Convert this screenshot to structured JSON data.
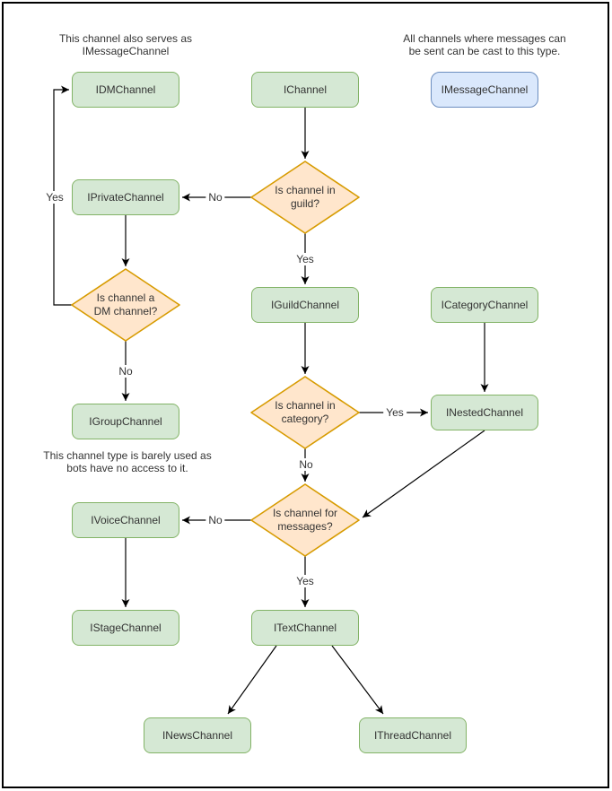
{
  "colors": {
    "channel_fill": "#d5e8d4",
    "channel_border": "#82b366",
    "decision_fill": "#ffe6cc",
    "decision_border": "#d79b00",
    "message_fill": "#dae8fc",
    "message_border": "#6c8ebf",
    "line": "#000000",
    "text": "#333333",
    "background": "#ffffff"
  },
  "nodes": {
    "idm": {
      "label": "IDMChannel"
    },
    "ichannel": {
      "label": "IChannel"
    },
    "imessage": {
      "label": "IMessageChannel"
    },
    "iprivate": {
      "label": "IPrivateChannel"
    },
    "iguild": {
      "label": "IGuildChannel"
    },
    "icategory": {
      "label": "ICategoryChannel"
    },
    "igroup": {
      "label": "IGroupChannel"
    },
    "inested": {
      "label": "INestedChannel"
    },
    "ivoice": {
      "label": "IVoiceChannel"
    },
    "itext": {
      "label": "ITextChannel"
    },
    "istage": {
      "label": "IStageChannel"
    },
    "inews": {
      "label": "INewsChannel"
    },
    "ithread": {
      "label": "IThreadChannel"
    }
  },
  "decisions": {
    "in_guild": {
      "line1": "Is channel in",
      "line2": "guild?"
    },
    "is_dm": {
      "line1": "Is channel a",
      "line2": "DM channel?"
    },
    "in_category": {
      "line1": "Is channel in",
      "line2": "category?"
    },
    "for_messages": {
      "line1": "Is channel for",
      "line2": "messages?"
    }
  },
  "edge_labels": {
    "guild_no": "No",
    "guild_yes": "Yes",
    "dm_yes": "Yes",
    "dm_no": "No",
    "category_yes": "Yes",
    "category_no": "No",
    "messages_no": "No",
    "messages_yes": "Yes"
  },
  "annotations": {
    "dm_note": {
      "line1": "This channel also serves as",
      "line2": "IMessageChannel"
    },
    "message_note": {
      "line1": "All channels where messages can",
      "line2": "be sent can be cast to this type."
    },
    "group_note": {
      "line1": "This channel type is barely used as",
      "line2": "bots have no access to it."
    }
  }
}
